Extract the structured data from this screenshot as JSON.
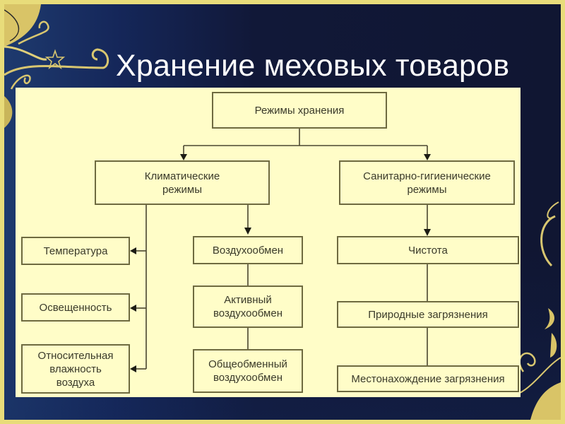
{
  "slide": {
    "title": "Хранение меховых товаров",
    "colors": {
      "frame": "#e8dc7a",
      "background_dark": "#101632",
      "background_light": "#1e3a6e",
      "panel": "#fffdc8",
      "box_border": "#6e6a40",
      "text": "#3a3a2a",
      "title_text": "#ffffff"
    }
  },
  "diagram": {
    "root": "Режимы хранения",
    "branches": {
      "climatic": {
        "label": "Климатические\nрежимы",
        "side_items": [
          "Температура",
          "Освещенность",
          "Относительная\nвлажность\nвоздуха"
        ],
        "chain": [
          "Воздухообмен",
          "Активный\nвоздухообмен",
          "Общеобменный\nвоздухообмен"
        ]
      },
      "sanitary": {
        "label": "Санитарно-гигиенические\nрежимы",
        "chain": [
          "Чистота",
          "Природные загрязнения",
          "Местонахождение загрязнения"
        ]
      }
    }
  }
}
